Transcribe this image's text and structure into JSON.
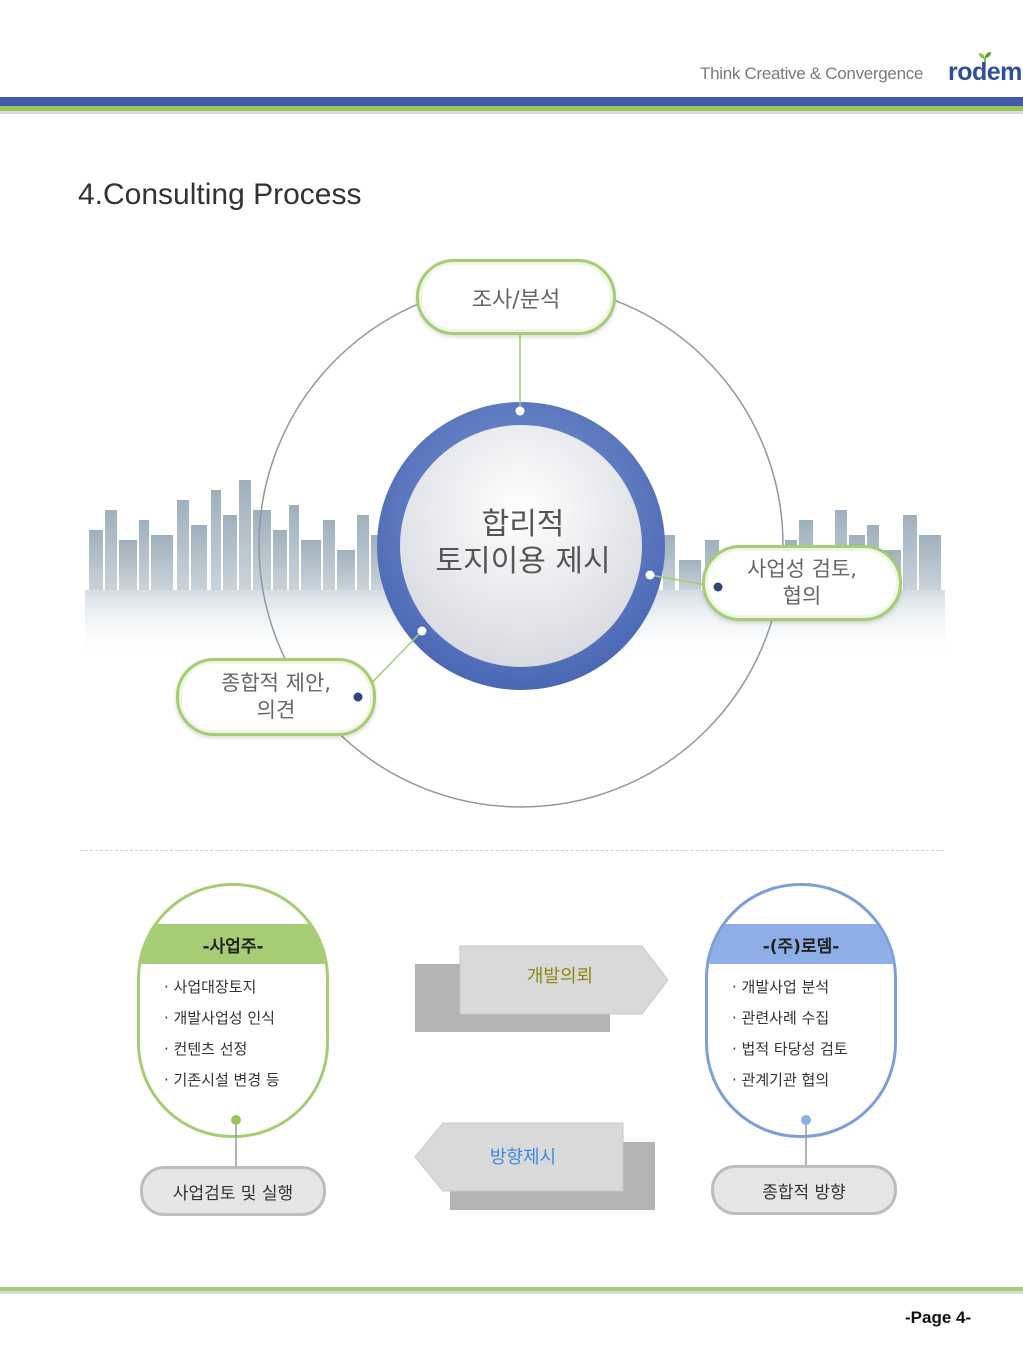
{
  "header": {
    "tagline": "Think Creative & Convergence",
    "brand": "rodem"
  },
  "page_title": "4.Consulting Process",
  "cycle": {
    "center_line1": "합리적",
    "center_line2": "토지이용 제시",
    "node_top": "조사/분석",
    "node_right_line1": "사업성 검토,",
    "node_right_line2": "협의",
    "node_left_line1": "종합적 제안,",
    "node_left_line2": "의견"
  },
  "client": {
    "title": "-사업주-",
    "items": [
      "사업대장토지",
      "개발사업성 인식",
      "컨텐츠 선정",
      "기존시설 변경 등"
    ],
    "result": "사업검토 및 실행"
  },
  "company": {
    "title": "-(주)로뎀-",
    "items": [
      "개발사업 분석",
      "관련사례 수집",
      "법적 타당성 검토",
      "관계기관 협의"
    ],
    "result": "종합적 방향"
  },
  "arrows": {
    "request": "개발의뢰",
    "direction": "방향제시"
  },
  "colors": {
    "accent_blue": "#3d5ba8",
    "accent_green": "#a6cc74",
    "request_text": "#8a8a10",
    "direction_text": "#3a8be0"
  },
  "footer": {
    "page": "-Page 4-"
  }
}
